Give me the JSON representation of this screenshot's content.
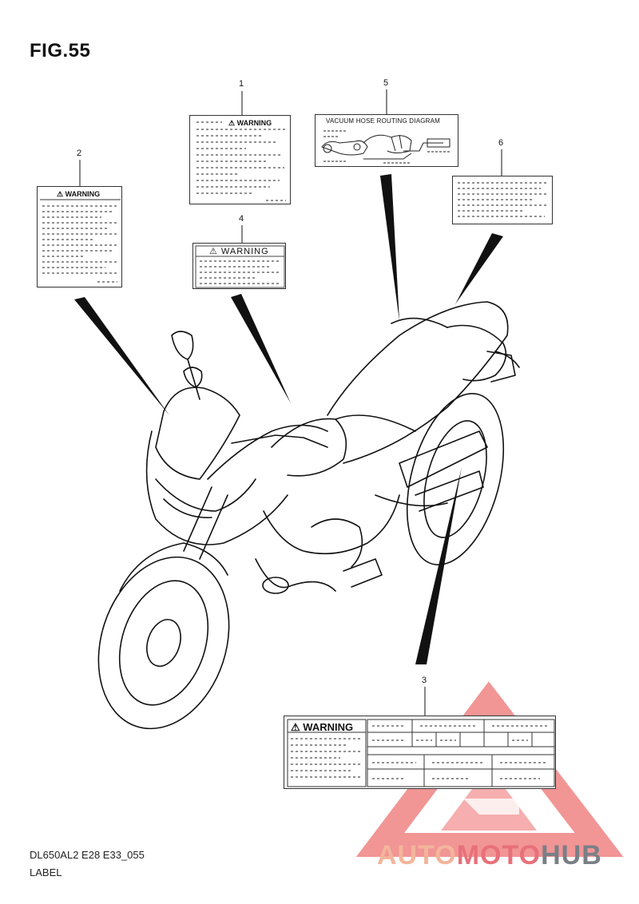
{
  "figure": {
    "title": "FIG.55"
  },
  "callouts": [
    "1",
    "2",
    "3",
    "4",
    "5",
    "6"
  ],
  "labels": {
    "warning_text": "⚠ WARNING",
    "warning_text_spaced": "⚠ WARNING",
    "vacuum_title": "VACUUM HOSE ROUTING DIAGRAM"
  },
  "footer": {
    "code": "DL650AL2 E28 E33_055",
    "caption": "LABEL"
  },
  "watermark": {
    "part1": "AUTO",
    "part2": "MOTO",
    "part3": "HUB"
  },
  "colors": {
    "line": "#111111",
    "watermark_red": "#e8707a",
    "watermark_peach": "#f3b59b",
    "watermark_gray": "#7a7f86"
  }
}
